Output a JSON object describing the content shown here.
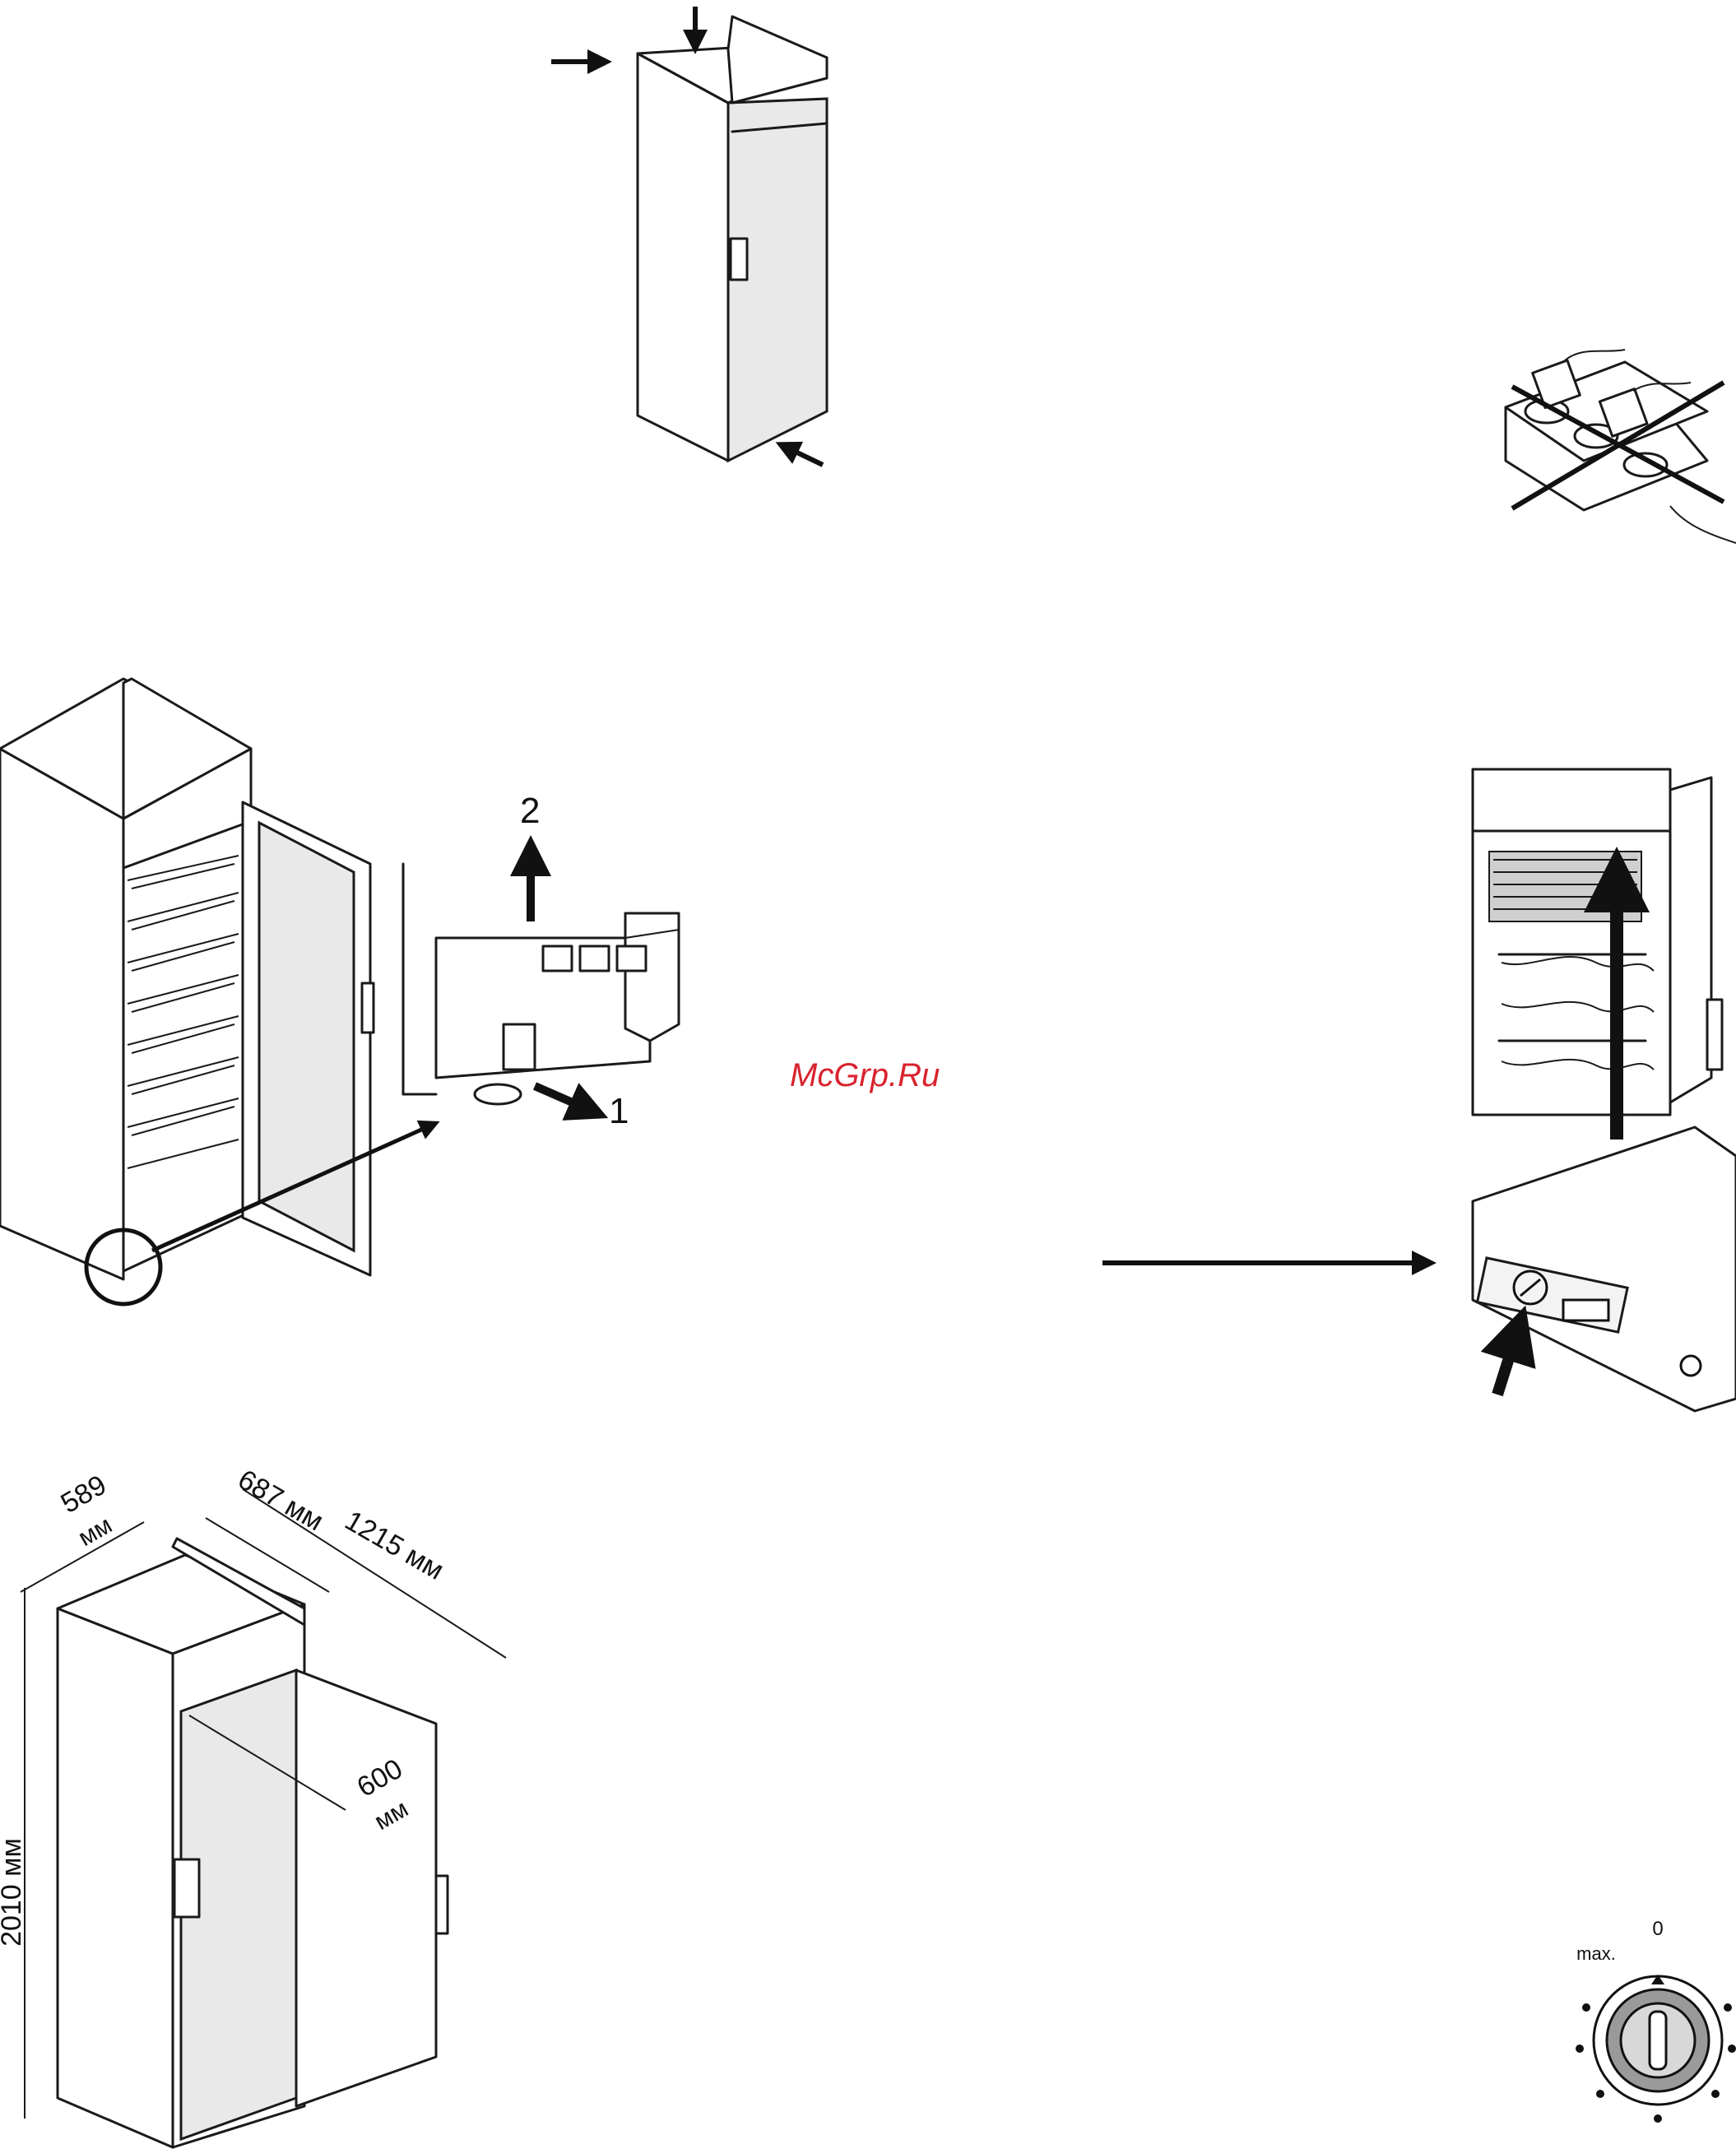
{
  "watermark": "McGrp.Ru",
  "colors": {
    "watermark": "#d9232e",
    "line": "#1a1a1a",
    "glass": "#e9e9e9",
    "dial": "#9a9a9a"
  },
  "figure_leveling": {
    "step_1": "1",
    "step_2": "2"
  },
  "figure_dimensions": {
    "width": "589",
    "depth": "687 мм",
    "total_depth": "1215 мм",
    "door_opening": "600",
    "height": "2010 мм",
    "unit": "мм"
  },
  "figure_dial": {
    "zero": "0",
    "max": "max."
  },
  "icons": [
    "cabinet-top-arrows",
    "power-strip-crossed-out",
    "cabinet-open-door",
    "leveling-foot",
    "interior-vent-arrow",
    "switch-panel",
    "thermostat-dial"
  ]
}
